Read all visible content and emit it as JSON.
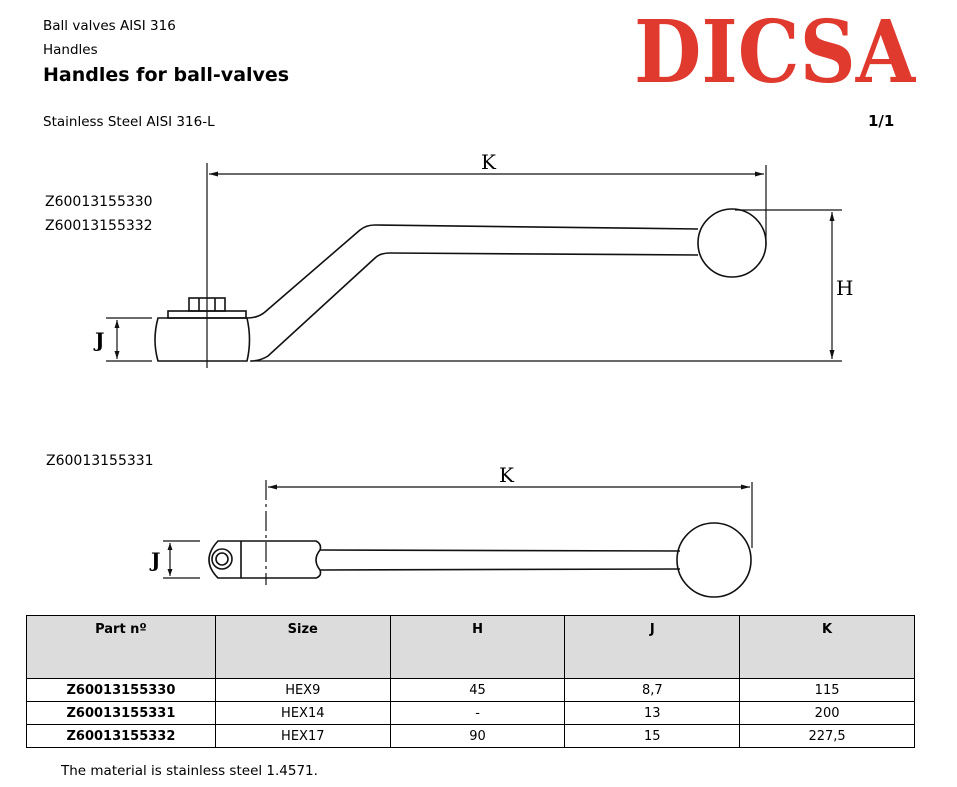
{
  "header": {
    "breadcrumb": [
      "Ball valves AISI 316",
      "Handles"
    ],
    "title": "Handles for ball-valves",
    "subtitle": "Stainless Steel AISI 316-L",
    "page": "1/1",
    "logo_text": "DICSA",
    "brand_color": "#e03a2f"
  },
  "drawings": {
    "top": {
      "part_numbers": [
        "Z60013155330",
        "Z60013155332"
      ],
      "dim_labels": {
        "k": "K",
        "h": "H",
        "j": "J"
      }
    },
    "bottom": {
      "part_numbers": [
        "Z60013155331"
      ],
      "dim_labels": {
        "k": "K",
        "j": "J"
      }
    }
  },
  "table": {
    "columns": [
      "Part nº",
      "Size",
      "H",
      "J",
      "K"
    ],
    "rows": [
      {
        "part": "Z60013155330",
        "size": "HEX9",
        "h": "45",
        "j": "8,7",
        "k": "115"
      },
      {
        "part": "Z60013155331",
        "size": "HEX14",
        "h": "-",
        "j": "13",
        "k": "200"
      },
      {
        "part": "Z60013155332",
        "size": "HEX17",
        "h": "90",
        "j": "15",
        "k": "227,5"
      }
    ]
  },
  "footnote": "The material is stainless steel 1.4571."
}
